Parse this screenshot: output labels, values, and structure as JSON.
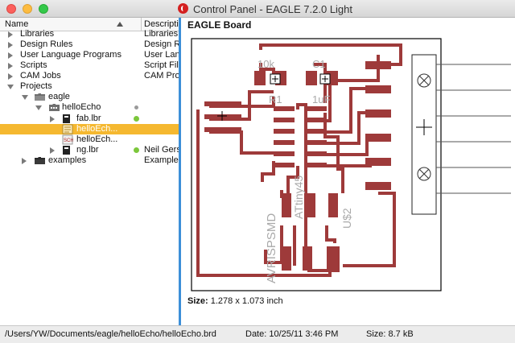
{
  "window": {
    "title": "Control Panel - EAGLE 7.2.0 Light"
  },
  "tree": {
    "col_name": "Name",
    "col_desc": "Description",
    "rows": [
      {
        "label": "Libraries",
        "desc": "Libraries"
      },
      {
        "label": "Design Rules",
        "desc": "Design R"
      },
      {
        "label": "User Language Programs",
        "desc": "User Lan"
      },
      {
        "label": "Scripts",
        "desc": "Script Fil"
      },
      {
        "label": "CAM Jobs",
        "desc": "CAM Pro"
      },
      {
        "label": "Projects",
        "desc": ""
      },
      {
        "label": "eagle",
        "desc": ""
      },
      {
        "label": "helloEcho",
        "desc": ""
      },
      {
        "label": "fab.lbr",
        "desc": ""
      },
      {
        "label": "helloEch...",
        "desc": ""
      },
      {
        "label": "helloEch...",
        "desc": ""
      },
      {
        "label": "ng.lbr",
        "desc": "Neil Gers"
      },
      {
        "label": "examples",
        "desc": "Example"
      }
    ]
  },
  "preview": {
    "title": "EAGLE Board",
    "size_label": "Size:",
    "size_value": "1.278 x 1.073 inch",
    "board_labels": [
      "10k",
      "C1",
      "R1",
      "1uF",
      "ATtiny45",
      "AVRISPSMD",
      "U$2"
    ]
  },
  "status": {
    "path": "/Users/YW/Documents/eagle/helloEcho/helloEcho.brd",
    "date": "Date: 10/25/11 3:46 PM",
    "size": "Size: 8.7 kB"
  },
  "colors": {
    "selection": "#f5b830",
    "trace": "#9e3a3a",
    "splitter": "#3c8fd8"
  }
}
